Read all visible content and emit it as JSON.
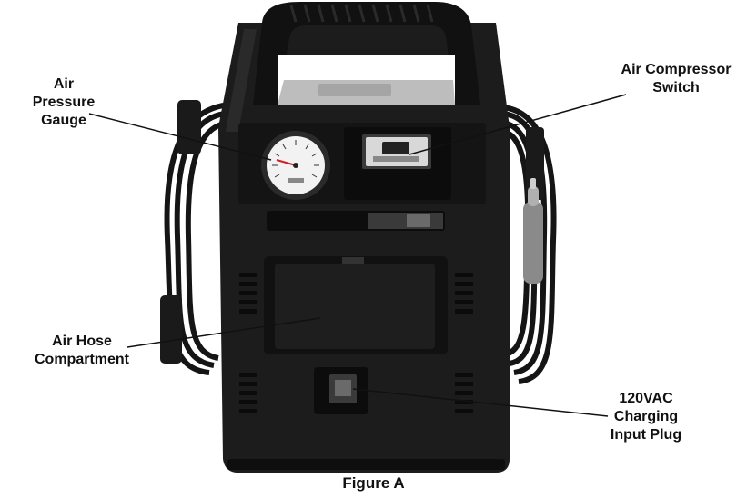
{
  "callouts": {
    "gauge": {
      "lines": [
        "Air",
        "Pressure",
        "Gauge"
      ]
    },
    "compressor": {
      "lines": [
        "Air Compressor",
        "Switch"
      ]
    },
    "hose": {
      "lines": [
        "Air Hose",
        "Compartment"
      ]
    },
    "charging": {
      "lines": [
        "120VAC",
        "Charging",
        "Input Plug"
      ]
    }
  },
  "caption": "Figure A",
  "colors": {
    "body": "#1c1c1c",
    "body_dark": "#0e0e0e",
    "body_light": "#2e2e2e",
    "gauge_face": "#f2f2f2",
    "hose_gray": "#8a8a8a",
    "leader_line": "#111111"
  }
}
